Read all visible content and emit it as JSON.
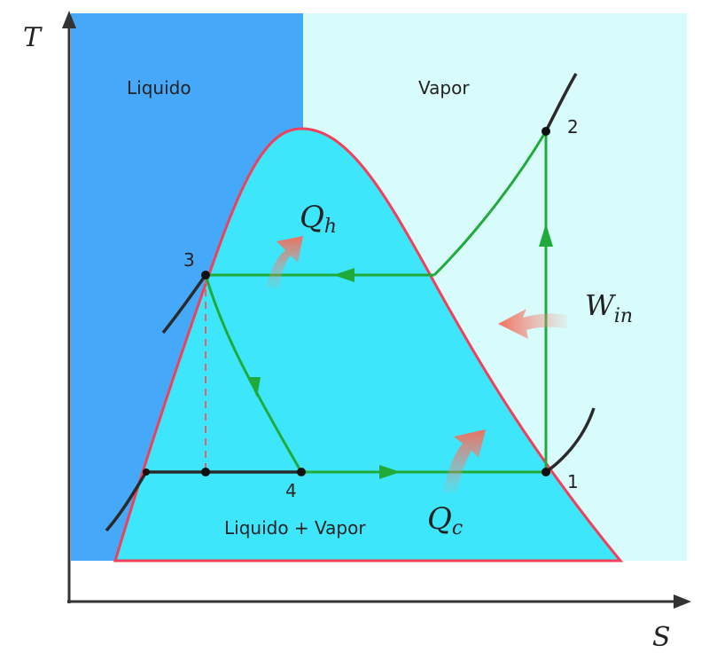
{
  "title": "Diagrama T-S del ciclo de refrigeración",
  "axes": {
    "y_label": "T",
    "x_label": "S"
  },
  "regions": {
    "liquid": "Liquido",
    "vapor": "Vapor",
    "mixture": "Liquido + Vapor"
  },
  "points": [
    "1",
    "2",
    "3",
    "4"
  ],
  "heat_labels": {
    "qh_main": "Q",
    "qh_sub": "h",
    "qc_main": "Q",
    "qc_sub": "c",
    "win_main": "W",
    "win_sub": "in"
  },
  "colors": {
    "liquid_bg": "#45a8f8",
    "vapor_bg": "#d8fcfc",
    "dome_fill": "#3de6fb",
    "dome_line": "#f0405a",
    "cycle_line": "#1faa3a",
    "curve": "#2a2a2a",
    "heat_arrow": "#f79080"
  }
}
